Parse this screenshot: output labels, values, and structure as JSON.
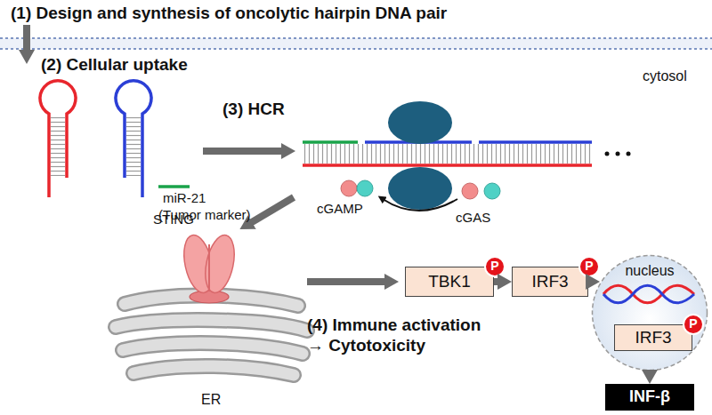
{
  "diagram": {
    "nodes": [
      {
        "text": [
          "TBK1"
        ]
      },
      {
        "text": [
          "P"
        ],
        "in": 0
      },
      {
        "text": [
          "IRF3"
        ]
      },
      {
        "text": [
          "P"
        ],
        "in": 2
      },
      {
        "text": [
          "nucleus"
        ]
      },
      {
        "text": [
          "IRF3"
        ],
        "in": 4
      },
      {
        "text": [
          "P"
        ],
        "in": 5
      },
      {
        "text": [
          "INF-β"
        ]
      }
    ],
    "edges": [
      {
        "from": 0,
        "to": 2,
        "arrow": "to"
      },
      {
        "from": 2,
        "to": 4,
        "arrow": "to"
      },
      {
        "from": 4,
        "to": 7,
        "arrow": "to"
      }
    ],
    "labels": [
      "(1) Design and synthesis of oncolytic hairpin DNA pair",
      "(2) Cellular uptake",
      "cytosol",
      "miR-21",
      "(Tumor marker)",
      "(3) HCR",
      "cGAMP",
      "cGAS",
      "STING",
      "ER",
      "(4) Immune activation → Cytotoxicity"
    ]
  }
}
